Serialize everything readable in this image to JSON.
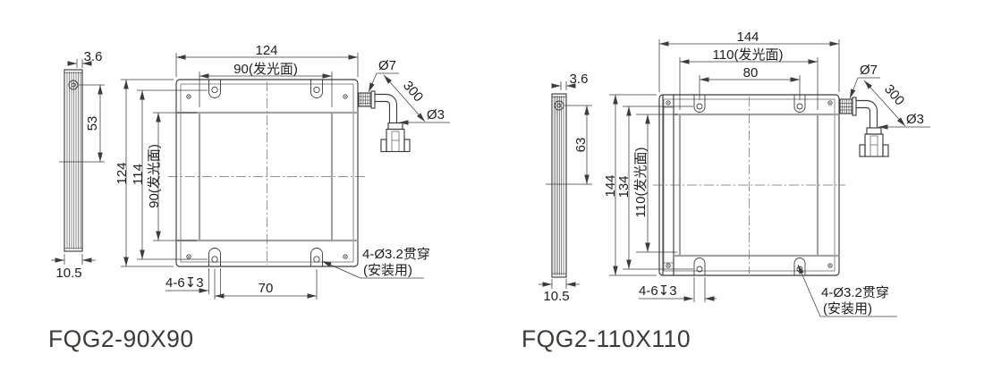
{
  "sheet": {
    "background": "#ffffff",
    "line_color": "#3c3c3c",
    "gray_line_color": "#a2a2a2",
    "text_color": "#1e1e1e"
  },
  "drawings": [
    {
      "title": "FQG2-90X90",
      "side_view": {
        "front_thickness": "3.6",
        "connector_offset": "53",
        "total_thickness": "10.5"
      },
      "front_view": {
        "outer_width": "124",
        "emitting_width": "90(发光面)",
        "outer_height": "124",
        "mount_pitch_vertical": "114",
        "emitting_height": "90(发光面)",
        "mount_pitch_horizontal": "70",
        "tapped_hole_spec": "4-6↧3",
        "mount_hole_note_line1": "4-Ø3.2贯穿",
        "mount_hole_note_line2": "(安装用)"
      },
      "cable": {
        "gland_diameter": "Ø7",
        "cable_length": "300",
        "cable_diameter": "Ø3"
      }
    },
    {
      "title": "FQG2-110X110",
      "side_view": {
        "front_thickness": "3.6",
        "connector_offset": "63",
        "total_thickness": "10.5"
      },
      "front_view": {
        "outer_width": "144",
        "emitting_width": "110(发光面)",
        "top_slot_pitch": "80",
        "outer_height": "144",
        "mount_pitch_vertical": "134",
        "emitting_height": "110(发光面)",
        "tapped_hole_spec": "4-6↧3",
        "mount_hole_note_line1": "4-Ø3.2贯穿",
        "mount_hole_note_line2": "(安装用)"
      },
      "cable": {
        "gland_diameter": "Ø7",
        "cable_length": "300",
        "cable_diameter": "Ø3"
      }
    }
  ]
}
